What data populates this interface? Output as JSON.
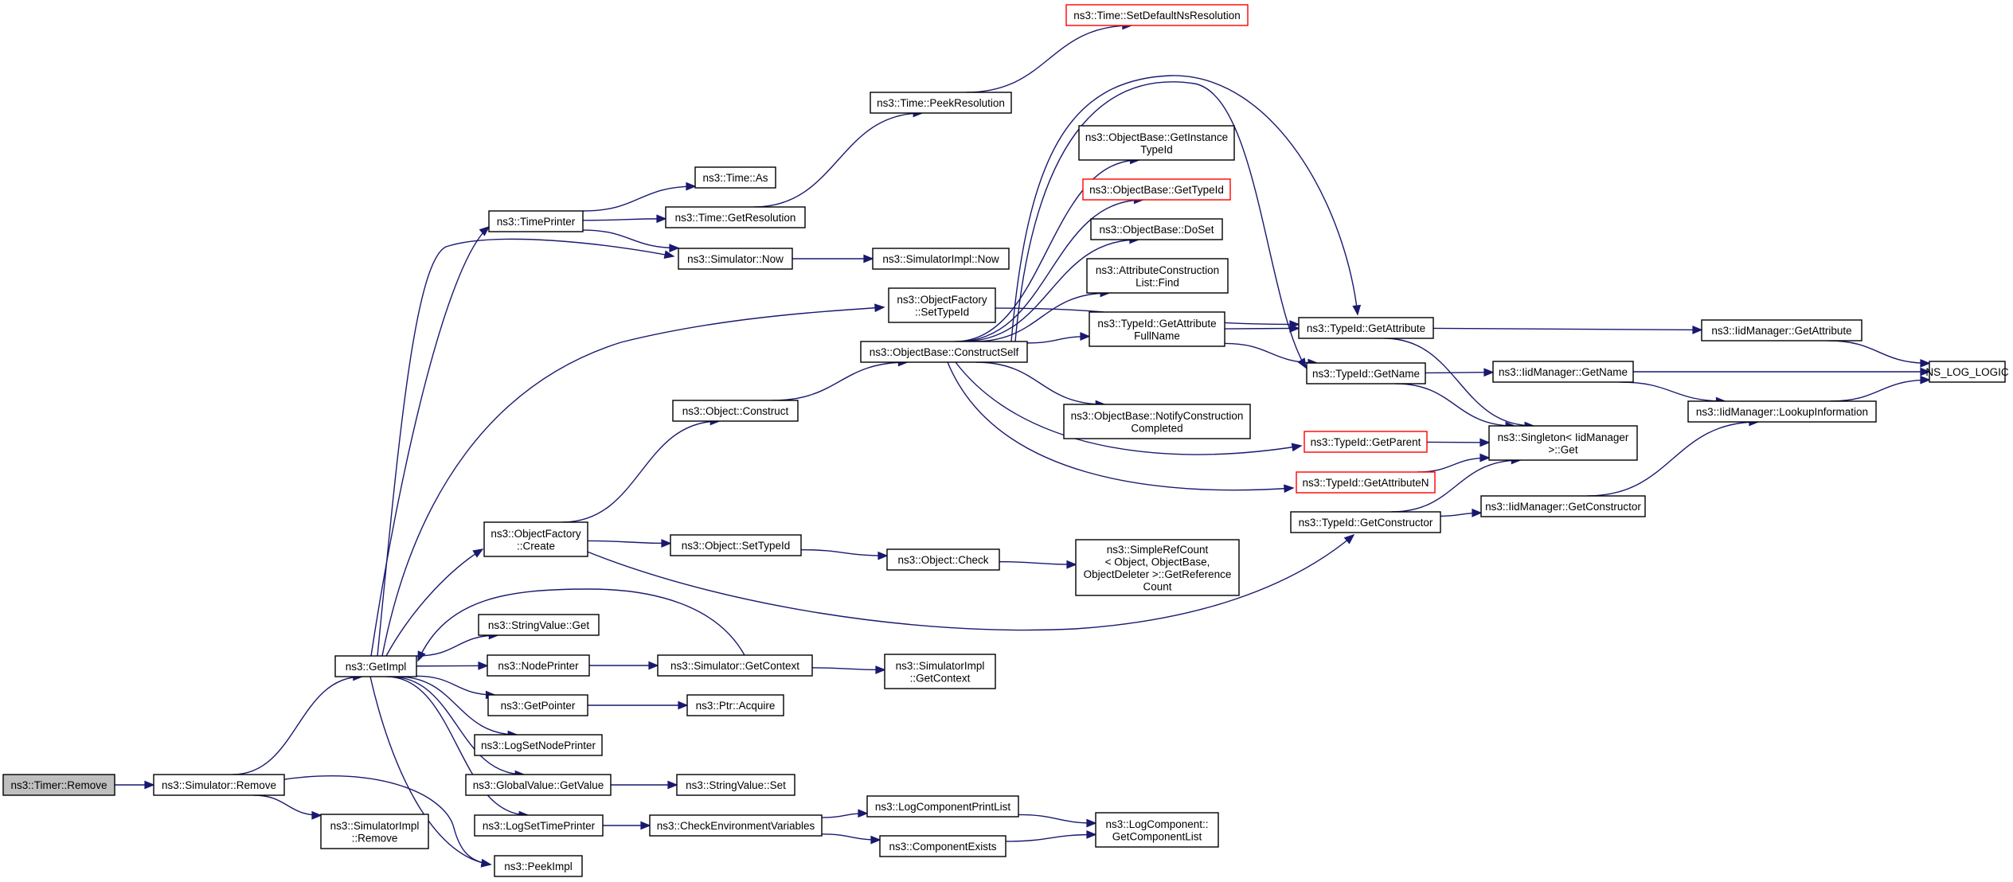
{
  "colors": {
    "edge": "#191970",
    "node_border": "#000000",
    "truncated_border": "#ff0000",
    "root_fill": "#bfbfbf"
  },
  "nodes": [
    {
      "id": "timer_remove",
      "lines": [
        "ns3::Timer::Remove"
      ],
      "root": true
    },
    {
      "id": "sim_remove",
      "lines": [
        "ns3::Simulator::Remove"
      ]
    },
    {
      "id": "getimpl",
      "lines": [
        "ns3::GetImpl"
      ]
    },
    {
      "id": "simimpl_remove",
      "lines": [
        "ns3::SimulatorImpl",
        "::Remove"
      ]
    },
    {
      "id": "peekimpl",
      "lines": [
        "ns3::PeekImpl"
      ]
    },
    {
      "id": "timeprinter",
      "lines": [
        "ns3::TimePrinter"
      ]
    },
    {
      "id": "of_create",
      "lines": [
        "ns3::ObjectFactory",
        "::Create"
      ]
    },
    {
      "id": "stringvalue_get",
      "lines": [
        "ns3::StringValue::Get"
      ]
    },
    {
      "id": "nodeprinter",
      "lines": [
        "ns3::NodePrinter"
      ]
    },
    {
      "id": "getpointer",
      "lines": [
        "ns3::GetPointer"
      ]
    },
    {
      "id": "logsetnodeprinter",
      "lines": [
        "ns3::LogSetNodePrinter"
      ]
    },
    {
      "id": "gv_getvalue",
      "lines": [
        "ns3::GlobalValue::GetValue"
      ]
    },
    {
      "id": "logsettimeprinter",
      "lines": [
        "ns3::LogSetTimePrinter"
      ]
    },
    {
      "id": "time_as",
      "lines": [
        "ns3::Time::As"
      ]
    },
    {
      "id": "time_getres",
      "lines": [
        "ns3::Time::GetResolution"
      ]
    },
    {
      "id": "sim_now",
      "lines": [
        "ns3::Simulator::Now"
      ]
    },
    {
      "id": "of_settypeid",
      "lines": [
        "ns3::ObjectFactory",
        "::SetTypeId"
      ]
    },
    {
      "id": "object_construct",
      "lines": [
        "ns3::Object::Construct"
      ]
    },
    {
      "id": "object_settypeid",
      "lines": [
        "ns3::Object::SetTypeId"
      ]
    },
    {
      "id": "sim_getcontext",
      "lines": [
        "ns3::Simulator::GetContext"
      ]
    },
    {
      "id": "ptr_acquire",
      "lines": [
        "ns3::Ptr::Acquire"
      ]
    },
    {
      "id": "stringvalue_set",
      "lines": [
        "ns3::StringValue::Set"
      ]
    },
    {
      "id": "checkenv",
      "lines": [
        "ns3::CheckEnvironmentVariables"
      ]
    },
    {
      "id": "time_peekres",
      "lines": [
        "ns3::Time::PeekResolution"
      ]
    },
    {
      "id": "time_setdefault",
      "lines": [
        "ns3::Time::SetDefaultNsResolution"
      ],
      "truncated": true
    },
    {
      "id": "simimpl_now",
      "lines": [
        "ns3::SimulatorImpl::Now"
      ]
    },
    {
      "id": "ob_constructself",
      "lines": [
        "ns3::ObjectBase::ConstructSelf"
      ]
    },
    {
      "id": "object_check",
      "lines": [
        "ns3::Object::Check"
      ]
    },
    {
      "id": "simimpl_getcontext",
      "lines": [
        "ns3::SimulatorImpl",
        "::GetContext"
      ]
    },
    {
      "id": "logcomp_printlist",
      "lines": [
        "ns3::LogComponentPrintList"
      ]
    },
    {
      "id": "componentexists",
      "lines": [
        "ns3::ComponentExists"
      ]
    },
    {
      "id": "ob_getinstancetypeid",
      "lines": [
        "ns3::ObjectBase::GetInstance",
        "TypeId"
      ]
    },
    {
      "id": "ob_gettypeid",
      "lines": [
        "ns3::ObjectBase::GetTypeId"
      ],
      "truncated": true
    },
    {
      "id": "ob_doset",
      "lines": [
        "ns3::ObjectBase::DoSet"
      ]
    },
    {
      "id": "acl_find",
      "lines": [
        "ns3::AttributeConstruction",
        "List::Find"
      ]
    },
    {
      "id": "tid_getattrfullname",
      "lines": [
        "ns3::TypeId::GetAttribute",
        "FullName"
      ]
    },
    {
      "id": "ob_notify",
      "lines": [
        "ns3::ObjectBase::NotifyConstruction",
        "Completed"
      ]
    },
    {
      "id": "simplerefcount",
      "lines": [
        "ns3::SimpleRefCount",
        "< Object, ObjectBase,",
        "ObjectDeleter >::GetReference",
        "Count"
      ]
    },
    {
      "id": "logcomp_getlist",
      "lines": [
        "ns3::LogComponent::",
        "GetComponentList"
      ]
    },
    {
      "id": "tid_getattribute",
      "lines": [
        "ns3::TypeId::GetAttribute"
      ]
    },
    {
      "id": "tid_getname",
      "lines": [
        "ns3::TypeId::GetName"
      ]
    },
    {
      "id": "tid_getparent",
      "lines": [
        "ns3::TypeId::GetParent"
      ],
      "truncated": true
    },
    {
      "id": "tid_getattributen",
      "lines": [
        "ns3::TypeId::GetAttributeN"
      ],
      "truncated": true
    },
    {
      "id": "tid_getconstructor",
      "lines": [
        "ns3::TypeId::GetConstructor"
      ]
    },
    {
      "id": "singleton_get",
      "lines": [
        "ns3::Singleton< IidManager",
        ">::Get"
      ]
    },
    {
      "id": "iid_getattribute",
      "lines": [
        "ns3::IidManager::GetAttribute"
      ]
    },
    {
      "id": "iid_getname",
      "lines": [
        "ns3::IidManager::GetName"
      ]
    },
    {
      "id": "iid_getconstructor",
      "lines": [
        "ns3::IidManager::GetConstructor"
      ]
    },
    {
      "id": "iid_lookup",
      "lines": [
        "ns3::IidManager::LookupInformation"
      ]
    },
    {
      "id": "ns_log_logic",
      "lines": [
        "NS_LOG_LOGIC"
      ]
    }
  ]
}
